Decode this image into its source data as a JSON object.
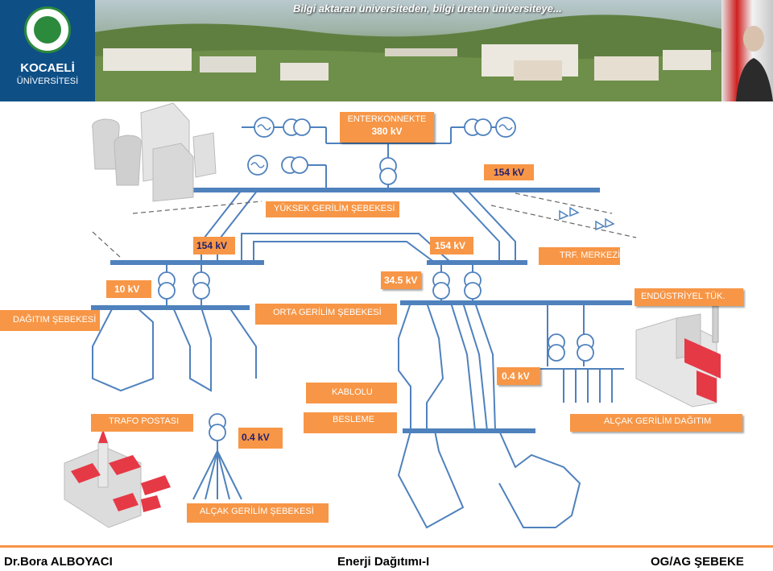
{
  "header": {
    "logo_line1": "KOCAELİ",
    "logo_line2": "ÜNİVERSİTESİ",
    "slogan": "Bilgi aktaran üniversiteden, bilgi üreten üniversiteye..."
  },
  "diagram": {
    "enterkonnekte_line1": "ENTERKONNEKTE",
    "enterkonnekte_line2": "380 kV",
    "kv154_right": "154 kV",
    "yuksek_gerilim": "YÜKSEK GERİLİM ŞEBEKESİ",
    "kv154_left": "154 kV",
    "kv154_mid": "154 kV",
    "trf_merkezi": "TRF. MERKEZİ",
    "kv10": "10 kV",
    "kv34_5": "34.5 kV",
    "endustriyel": "ENDÜSTRİYEL TÜK.",
    "dagitim": "DAĞITIM ŞEBEKESİ",
    "orta_gerilim": "ORTA GERİLİM ŞEBEKESİ",
    "kablolu": "KABLOLU",
    "kv04_right": "0.4 kV",
    "trafo_postasi": "TRAFO POSTASI",
    "besleme": "BESLEME",
    "alcak_gerilim_dagitim": "ALÇAK GERİLİM DAĞITIM",
    "kv04_left": "0.4 kV",
    "alcak_gerilim_sebekesi": "ALÇAK GERİLİM ŞEBEKESİ"
  },
  "footer": {
    "author": "Dr.Bora ALBOYACI",
    "course": "Enerji Dağıtımı-I",
    "topic": "OG/AG ŞEBEKE"
  },
  "colors": {
    "label_fill": "#f79646",
    "line": "#4f81bd",
    "bus": "#4f81bd"
  }
}
